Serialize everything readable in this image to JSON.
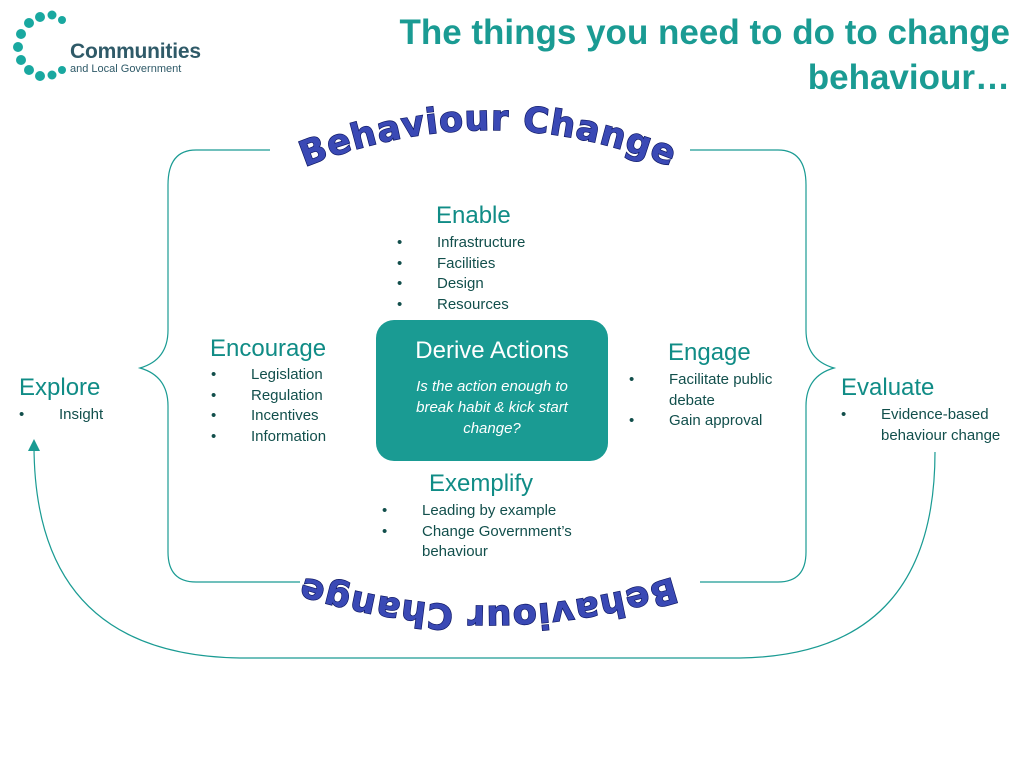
{
  "logo": {
    "name": "Communities",
    "subtitle": "and Local Government"
  },
  "title": "The things you need to do to change behaviour…",
  "arc": {
    "top": "Behaviour Change",
    "bottom": "Behaviour Change"
  },
  "enable": {
    "heading": "Enable",
    "items": [
      "Infrastructure",
      "Facilities",
      "Design",
      "Resources"
    ]
  },
  "encourage": {
    "heading": "Encourage",
    "items": [
      "Legislation",
      "Regulation",
      "Incentives",
      "Information"
    ]
  },
  "engage": {
    "heading": "Engage",
    "items": [
      "Facilitate public debate",
      "Gain approval"
    ]
  },
  "exemplify": {
    "heading": "Exemplify",
    "items": [
      "Leading by example",
      "Change Government’s behaviour"
    ]
  },
  "explore": {
    "heading": "Explore",
    "items": [
      "Insight"
    ]
  },
  "evaluate": {
    "heading": "Evaluate",
    "items": [
      "Evidence-based behaviour change"
    ]
  },
  "center": {
    "title": "Derive Actions",
    "subtitle": "Is the action enough to break habit & kick start change?"
  },
  "colors": {
    "accent": "#1a9b93",
    "arc_text": "#3a49b5",
    "logo_dots": "#19a8a0"
  }
}
